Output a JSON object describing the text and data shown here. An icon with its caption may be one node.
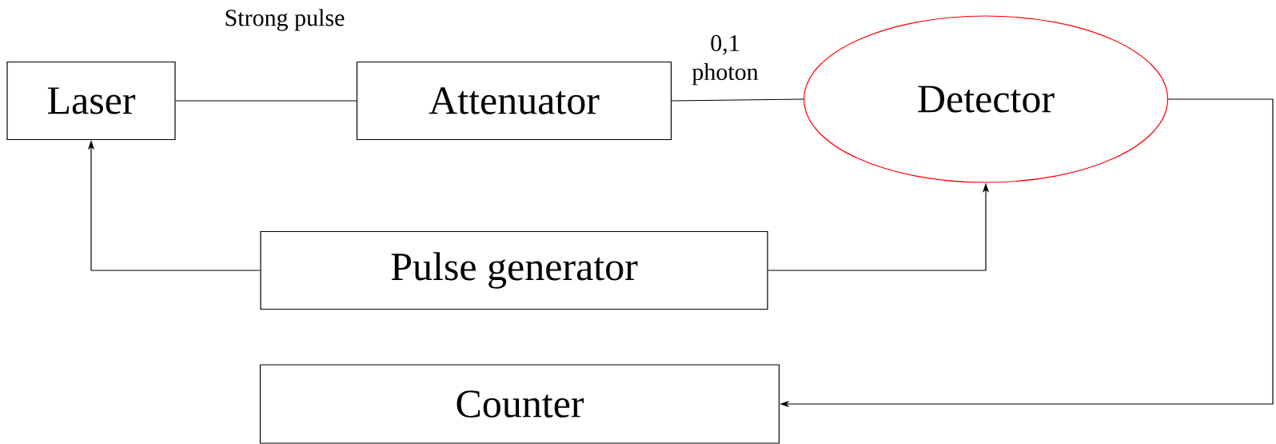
{
  "diagram": {
    "nodes": [
      {
        "text": [
          "Laser"
        ]
      },
      {
        "text": [
          "Attenuator"
        ]
      },
      {
        "text": [
          "Detector"
        ]
      },
      {
        "text": [
          "Pulse generator"
        ]
      },
      {
        "text": [
          "Counter"
        ]
      }
    ],
    "edges": [
      {
        "from": 0,
        "to": 1,
        "arrow": "none",
        "label": "Strong pulse"
      },
      {
        "from": 1,
        "to": 2,
        "arrow": "none",
        "label": "0,1 photon"
      },
      {
        "from": 3,
        "to": 0,
        "arrow": "to"
      },
      {
        "from": 3,
        "to": 2,
        "arrow": "to"
      },
      {
        "from": 2,
        "to": 4,
        "arrow": "to"
      }
    ]
  }
}
